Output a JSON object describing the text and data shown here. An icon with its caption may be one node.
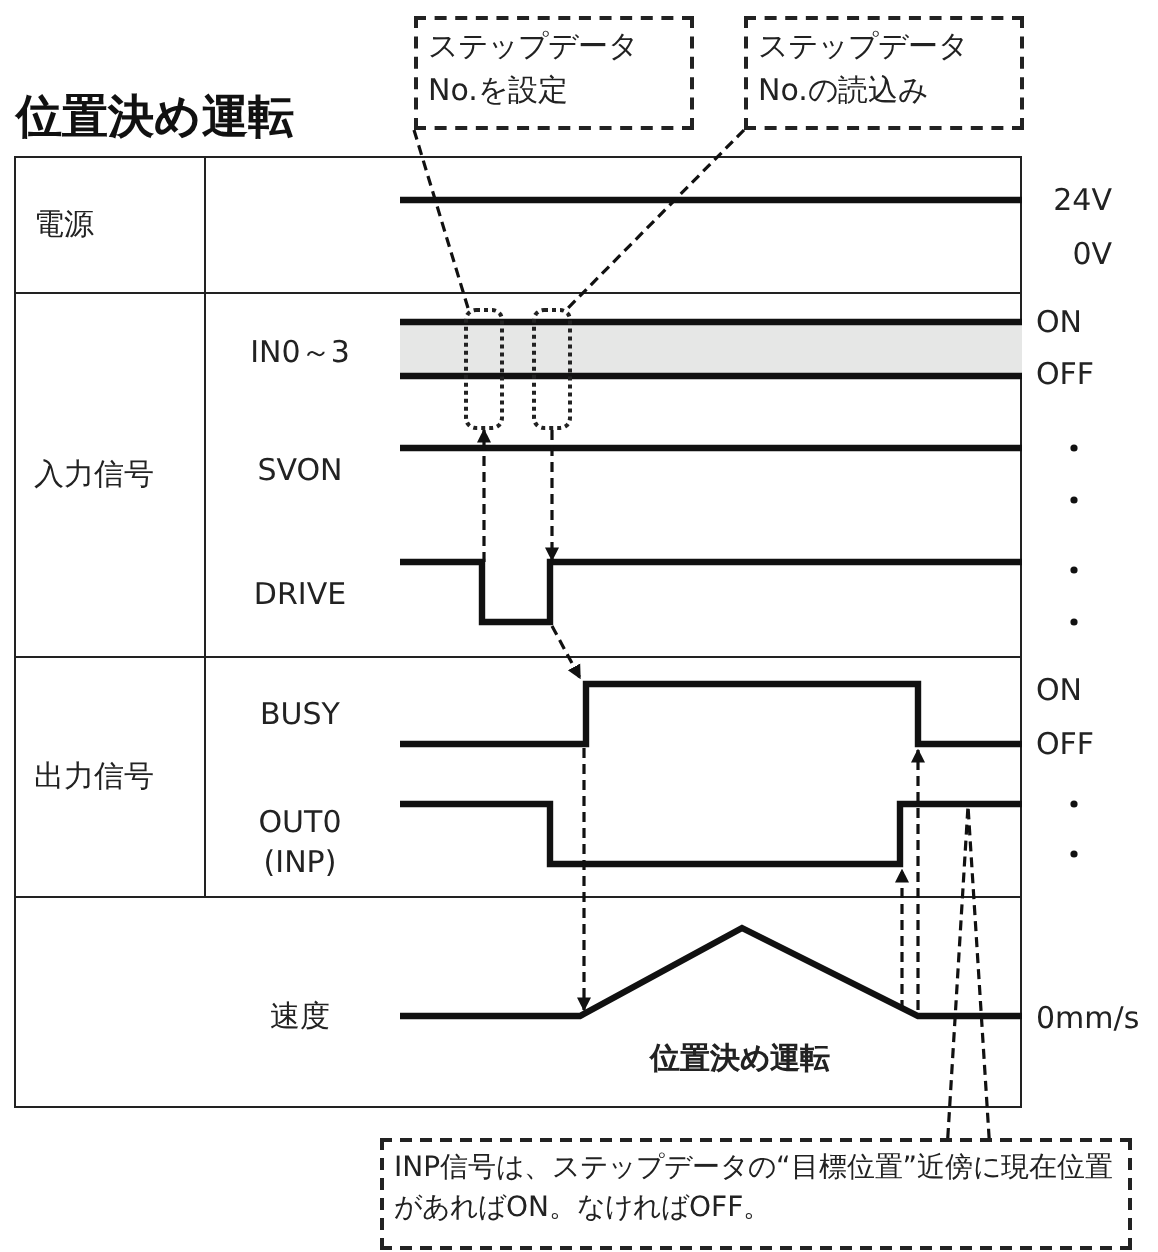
{
  "diagram": {
    "title": "位置決め運転",
    "nodes": [
      {
        "text": [
          "ステップデータ No.を設定"
        ]
      },
      {
        "text": [
          "ステップデータ No.の読込み"
        ]
      },
      {
        "text": [],
        "shape": "box"
      },
      {
        "text": [],
        "shape": "box"
      },
      {
        "text": [
          "INP信号は、ステップデータの“目標位置”近傍に現在位置があればON。なければOFF。"
        ]
      }
    ],
    "edges": [
      {
        "from": 0,
        "to": 2,
        "arrow": "none",
        "style": "dashed"
      },
      {
        "from": 1,
        "to": 3,
        "arrow": "none",
        "style": "dashed"
      },
      {
        "from": null,
        "to": 2,
        "arrow": "to",
        "style": "dashed"
      },
      {
        "from": 3,
        "to": null,
        "arrow": "to",
        "style": "dashed"
      },
      {
        "from": 4,
        "to": null,
        "arrow": "none",
        "style": "dashed"
      }
    ],
    "labels": [
      "電源",
      "24V",
      "0V",
      "IN0～3",
      "ON",
      "OFF",
      "入力信号",
      "SVON",
      "DRIVE",
      "出力信号",
      "BUSY",
      "ON",
      "OFF",
      "OUT0 (INP)",
      "速度",
      "0mm/s",
      "位置決め運転"
    ]
  }
}
